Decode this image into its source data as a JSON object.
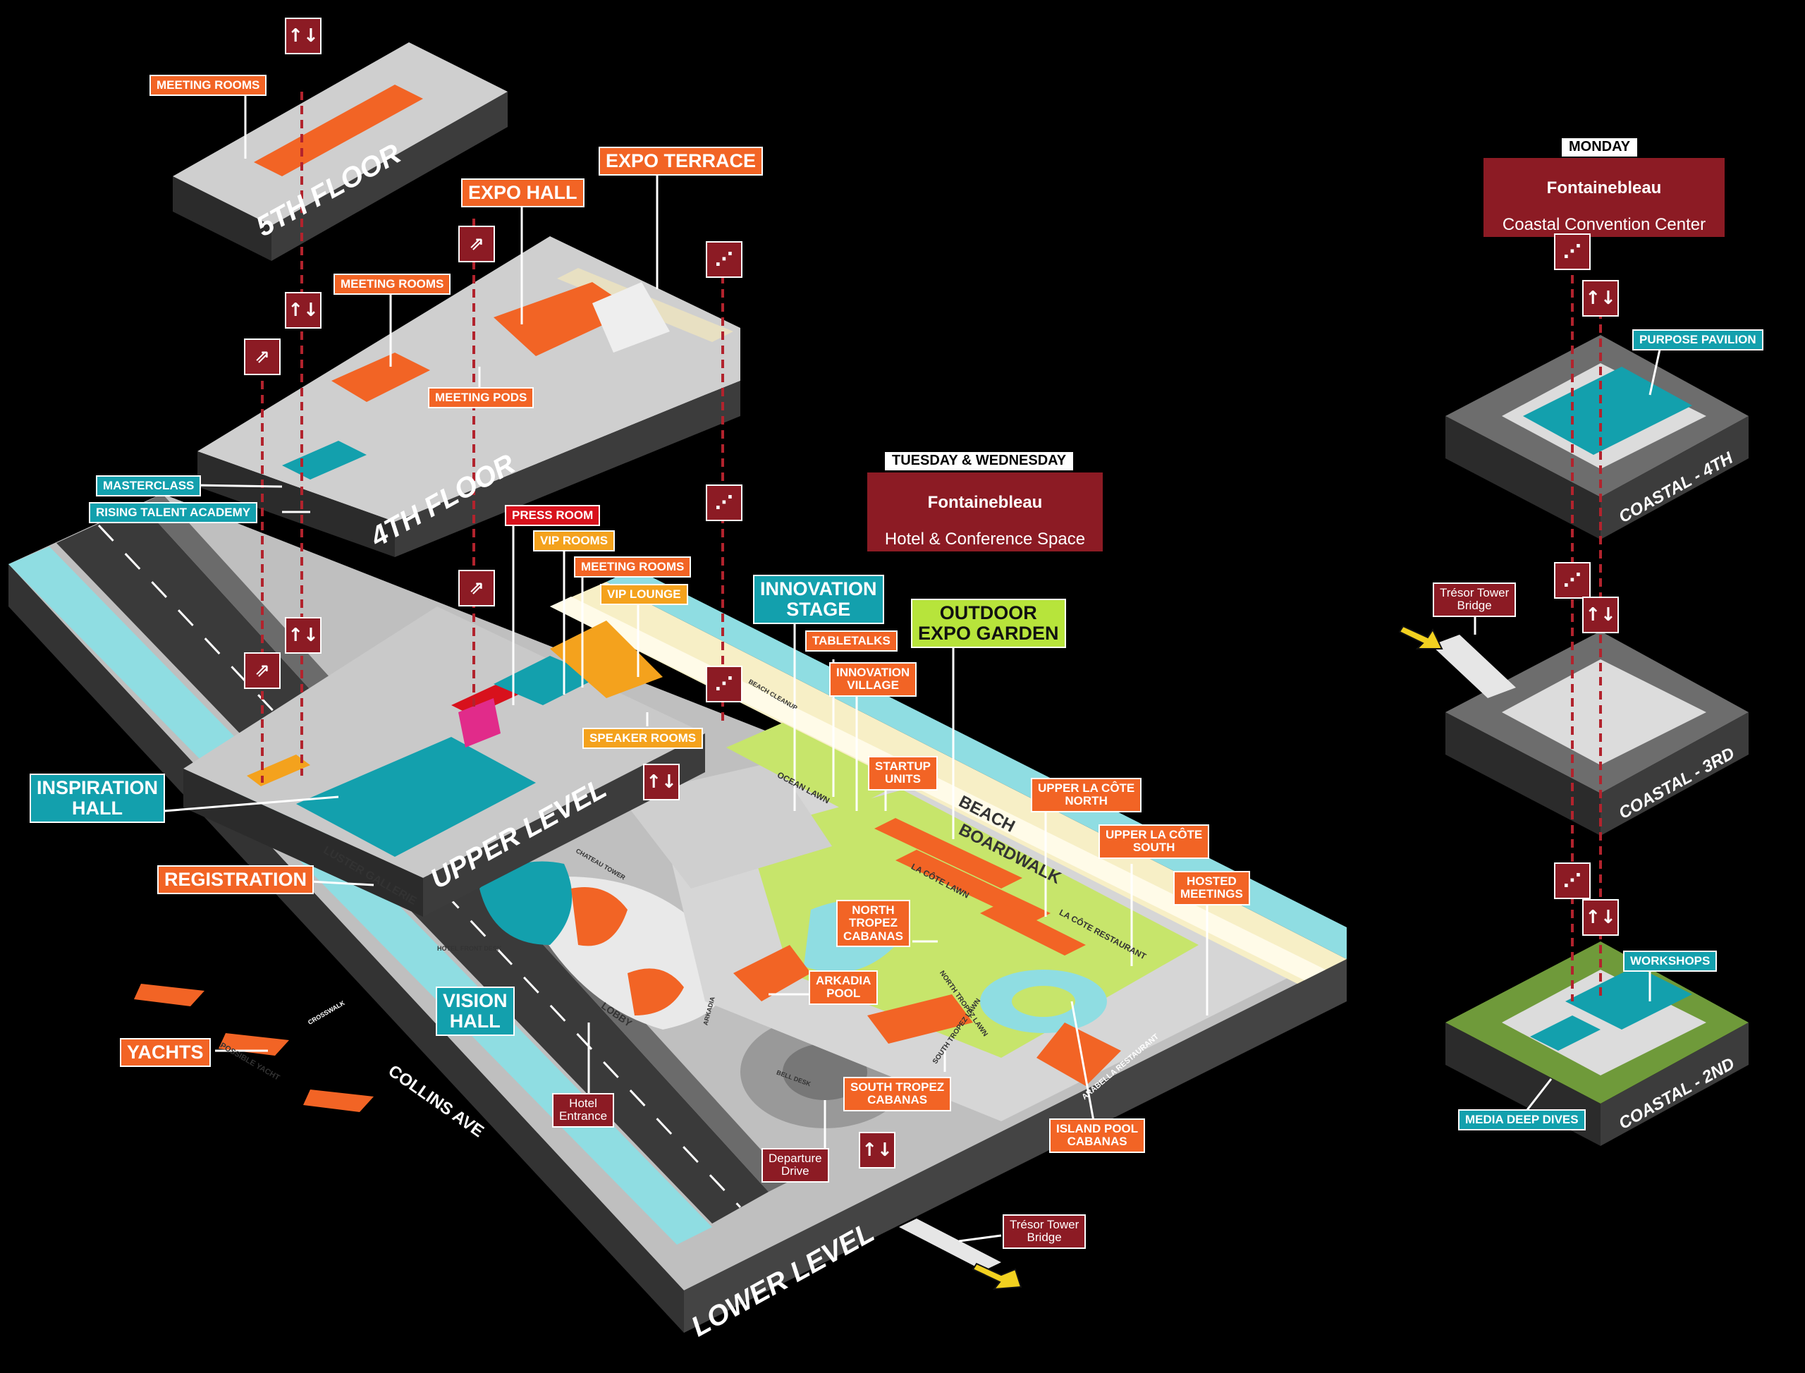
{
  "colors": {
    "background": "#000000",
    "orange": "#f26425",
    "teal": "#13a0ad",
    "red": "#d8111c",
    "yellow": "#f4a21d",
    "green": "#b7e43b",
    "maroon": "#8c1b24",
    "water": "#8fdde2",
    "beach": "#f7efc6"
  },
  "venues": {
    "main": {
      "days": "TUESDAY & WEDNESDAY",
      "name": "Fontainebleau",
      "sub": "Hotel & Conference Space"
    },
    "coastal": {
      "days": "MONDAY",
      "name": "Fontainebleau",
      "sub": "Coastal Convention Center"
    }
  },
  "floors": {
    "fifth": "5TH FLOOR",
    "fourth": "4TH FLOOR",
    "upper": "UPPER LEVEL",
    "lower": "LOWER LEVEL",
    "coastal4": "COASTAL - 4TH",
    "coastal3": "COASTAL - 3RD",
    "coastal2": "COASTAL - 2ND"
  },
  "labels": {
    "meeting_rooms_5": "MEETING ROOMS",
    "expo_hall": "EXPO HALL",
    "expo_terrace": "EXPO TERRACE",
    "meeting_rooms_4": "MEETING ROOMS",
    "meeting_pods": "MEETING PODS",
    "masterclass": "MASTERCLASS",
    "rising_talent": "RISING TALENT ACADEMY",
    "press_room": "PRESS ROOM",
    "vip_rooms": "VIP ROOMS",
    "meeting_rooms_u": "MEETING ROOMS",
    "vip_lounge": "VIP LOUNGE",
    "speaker_rooms": "SPEAKER ROOMS",
    "innovation_stage": "INNOVATION\nSTAGE",
    "tabletalks": "TABLETALKS",
    "innovation_village": "INNOVATION\nVILLAGE",
    "outdoor_expo": "OUTDOOR\nEXPO GARDEN",
    "startup_units": "STARTUP\nUNITS",
    "upper_la_cote_north": "UPPER LA CÔTE\nNORTH",
    "upper_la_cote_south": "UPPER LA CÔTE\nSOUTH",
    "hosted_meetings": "HOSTED\nMEETINGS",
    "inspiration_hall": "INSPIRATION\nHALL",
    "registration": "REGISTRATION",
    "vision_hall": "VISION\nHALL",
    "yachts": "YACHTS",
    "north_tropez": "NORTH\nTROPEZ\nCABANAS",
    "arkadia_pool": "ARKADIA\nPOOL",
    "hotel_entrance": "Hotel\nEntrance",
    "departure_drive": "Departure\nDrive",
    "south_tropez": "SOUTH TROPEZ\nCABANAS",
    "island_pool": "ISLAND POOL\nCABANAS",
    "tresor_bridge_main": "Trésor Tower\nBridge",
    "tresor_bridge_coastal": "Trésor Tower\nBridge",
    "purpose_pavilion": "PURPOSE PAVILION",
    "workshops": "WORKSHOPS",
    "media_deep_dives": "MEDIA DEEP DIVES"
  },
  "map_text": {
    "beach": "BEACH",
    "boardwalk": "BOARDWALK",
    "collins_ave": "COLLINS AVE",
    "lobby": "LOBBY",
    "luster_gallerie": "LUSTER GALLERIE",
    "la_cote_lawn": "LA CÔTE LAWN",
    "la_cote_restaurant": "LA CÔTE RESTAURANT",
    "ocean_lawn": "OCEAN LAWN",
    "north_tropez_lawn": "NORTH TROPEZ LAWN",
    "south_tropez_lawn": "SOUTH TROPEZ LAWN",
    "chateau_tower": "CHATEAU TOWER",
    "arkadia": "ARKADIA",
    "hotel_front_desk": "HOTEL FRONT DESK",
    "bell_desk": "BELL DESK",
    "crosswalk": "CROSSWALK",
    "possible_yacht": "POSSIBLE YACHT",
    "arabella_restaurant": "ARABELLA RESTAURANT",
    "beach_cleanup": "BEACH CLEANUP"
  },
  "icons": {
    "elevator": "↑↓",
    "escalator": "escalator-icon",
    "stairs": "stairs-icon"
  }
}
